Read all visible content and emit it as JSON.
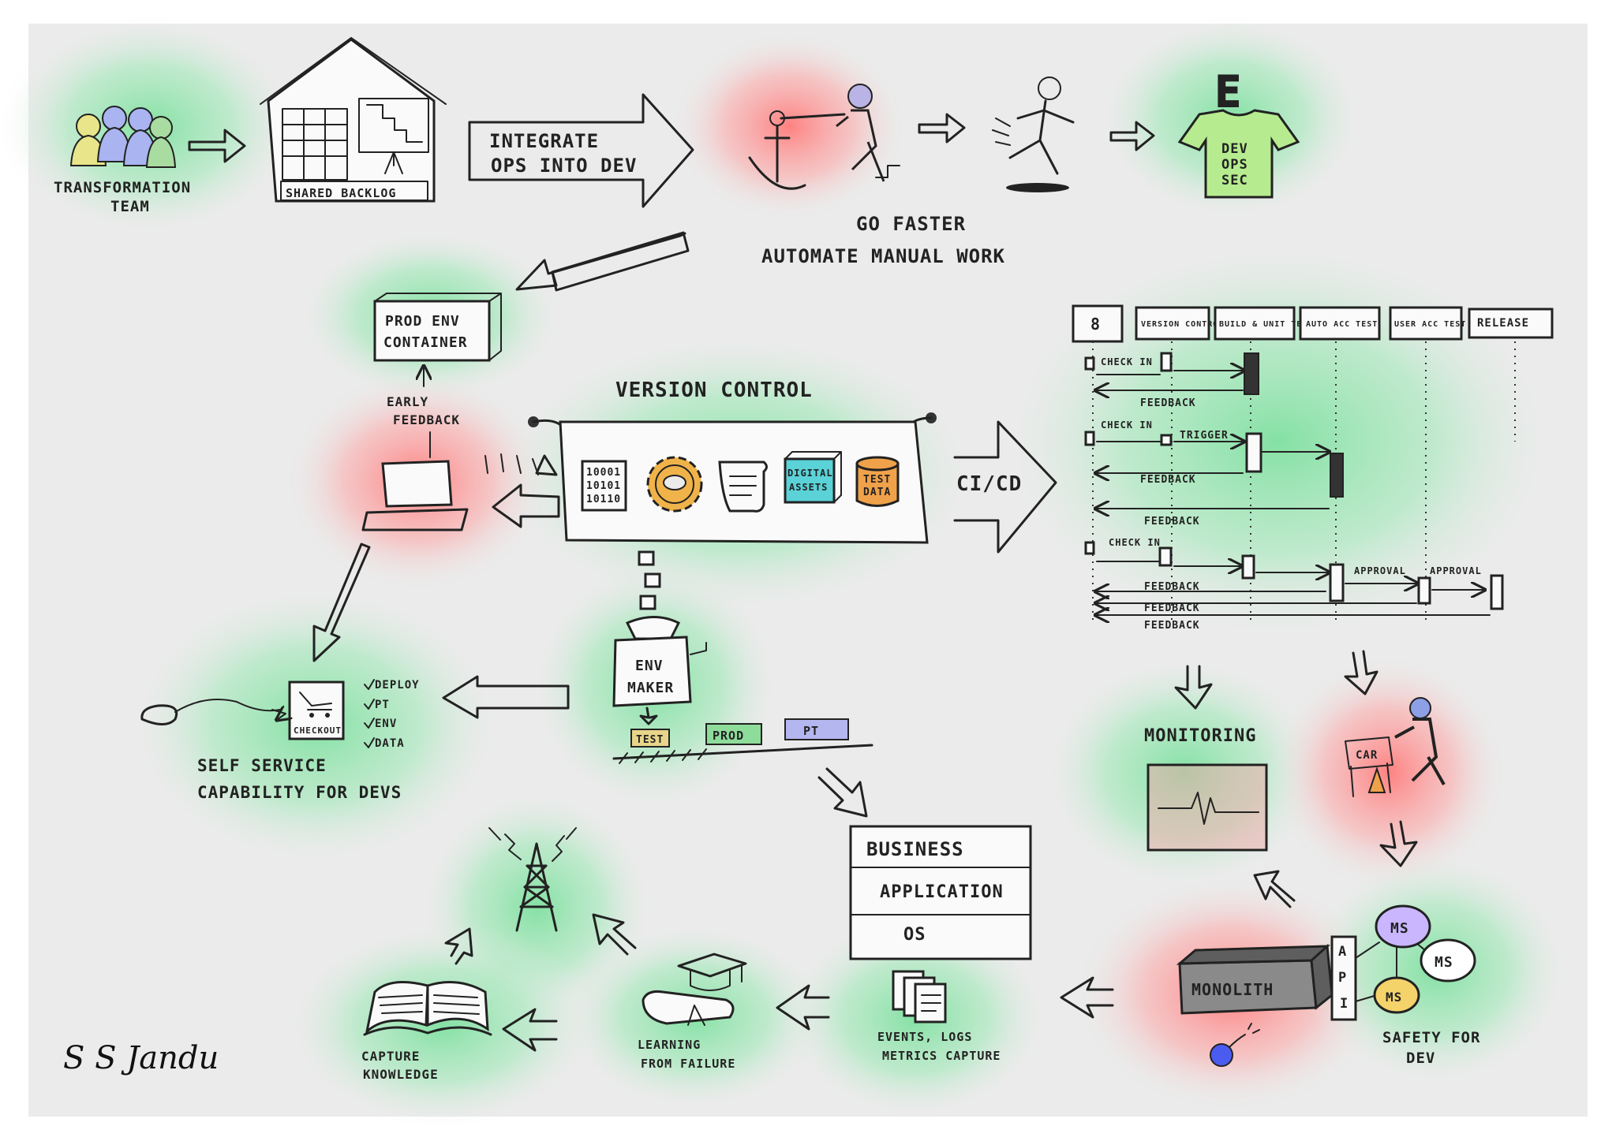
{
  "colors": {
    "background": "#ebebeb",
    "glow_green": "#7fe0a0",
    "glow_red": "#ff8a8a",
    "tshirt": "#b6ec8f",
    "gear": "#f0b34a",
    "asset": "#5ad2d8",
    "testdata": "#f0a24a",
    "ms_purple": "#c9b6ff",
    "ms_yellow": "#f5d36b",
    "team_yellow": "#e8e58a",
    "team_blue": "#a9b4f0",
    "team_green": "#a8dca0",
    "bomb": "#4a5cf0"
  },
  "top": {
    "team_label_1": "TRANSFORMATION",
    "team_label_2": "TEAM",
    "backlog_label": "SHARED BACKLOG",
    "integrate_1": "INTEGRATE",
    "integrate_2": "OPS INTO DEV",
    "go_faster": "GO FASTER",
    "automate": "AUTOMATE MANUAL WORK",
    "tshirt_letter": "E",
    "tshirt_1": "DEV",
    "tshirt_2": "OPS",
    "tshirt_3": "SEC"
  },
  "middle": {
    "prod_env_1": "PROD ENV",
    "prod_env_2": "CONTAINER",
    "early_feedback_1": "EARLY",
    "early_feedback_2": "FEEDBACK",
    "version_control": "VERSION CONTROL",
    "binary_1": "10001",
    "binary_2": "10101",
    "binary_3": "10110",
    "digital_assets_1": "DIGITAL",
    "digital_assets_2": "ASSETS",
    "test_data_1": "TEST",
    "test_data_2": "DATA",
    "cicd": "CI/CD",
    "env_maker_1": "ENV",
    "env_maker_2": "MAKER",
    "belt": [
      "TEST",
      "PROD",
      "PT"
    ],
    "checkout": "CHECKOUT",
    "checklist": [
      "DEPLOY",
      "PT",
      "ENV",
      "DATA"
    ],
    "self_service_1": "SELF SERVICE",
    "self_service_2": "CAPABILITY FOR DEVS"
  },
  "pipeline": {
    "headers": [
      "VERSION CONTROL",
      "BUILD & UNIT TEST",
      "AUTO ACC TEST",
      "USER ACC TEST",
      "RELEASE"
    ],
    "first_header": "8",
    "check_in": "CHECK IN",
    "trigger": "TRIGGER",
    "feedback": "FEEDBACK",
    "approval": "APPROVAL"
  },
  "bottom": {
    "monitoring": "MONITORING",
    "car_sign": "CAR",
    "layers": [
      "BUSINESS",
      "APPLICATION",
      "OS"
    ],
    "monolith": "MONOLITH",
    "api": [
      "A",
      "P",
      "I"
    ],
    "ms": "MS",
    "safety_1": "SAFETY FOR",
    "safety_2": "DEV",
    "events_1": "EVENTS, LOGS",
    "events_2": "METRICS CAPTURE",
    "learning_1": "LEARNING",
    "learning_2": "FROM FAILURE",
    "capture_1": "CAPTURE",
    "capture_2": "KNOWLEDGE",
    "signature": "S S Jandu"
  }
}
